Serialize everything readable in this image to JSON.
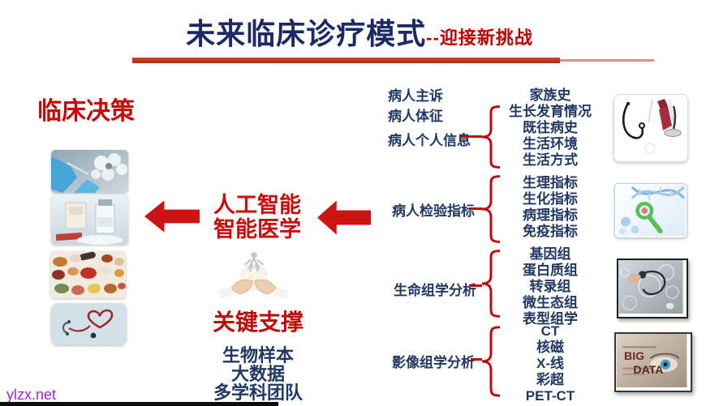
{
  "slide": {
    "title": {
      "main": "未来临床诊疗模式",
      "highlight": "--迎接新挑战"
    },
    "clinical_decision_heading": "临床决策",
    "ai": {
      "line1": "人工智能",
      "line2": "智能医学"
    },
    "key_support": {
      "heading": "关键支撑",
      "items": [
        "生物样本",
        "大数据",
        "多学科团队"
      ]
    },
    "patient_labels": [
      "病人主诉",
      "病人体征"
    ],
    "groups": [
      {
        "label": "病人个人信息",
        "items": [
          "家族史",
          "生长发育情况",
          "既往病史",
          "生活环境",
          "生活方式"
        ]
      },
      {
        "label": "病人检验指标",
        "items": [
          "生理指标",
          "生化指标",
          "病理指标",
          "免疫指标"
        ]
      },
      {
        "label": "生命组学分析",
        "items": [
          "基因组",
          "蛋白质组",
          "转录组",
          "微生态组",
          "表型组学"
        ]
      },
      {
        "label": "影像组学分析",
        "items": [
          "CT",
          "核磁",
          "X-线",
          "彩超",
          "PET-CT"
        ]
      }
    ],
    "left_images": [
      "surgery-operating-room",
      "medicine-vials",
      "colorful-pills",
      "stethoscope-heart"
    ],
    "center_image": "hands-holding-glowing-figure",
    "right_images": [
      "doctor-coat-stethoscope",
      "dna-magnifier",
      "doctor-technology",
      "big-data-eye"
    ],
    "big_data_image_text": {
      "line1": "BIG",
      "line2": "DATA"
    }
  },
  "watermark": "ylzx.net",
  "colors": {
    "title_navy": "#1b2a66",
    "text_navy": "#1f3864",
    "accent_red": "#c00a0a",
    "bar_red": "#bf3a1e",
    "watermark_purple": "#a424dd"
  }
}
